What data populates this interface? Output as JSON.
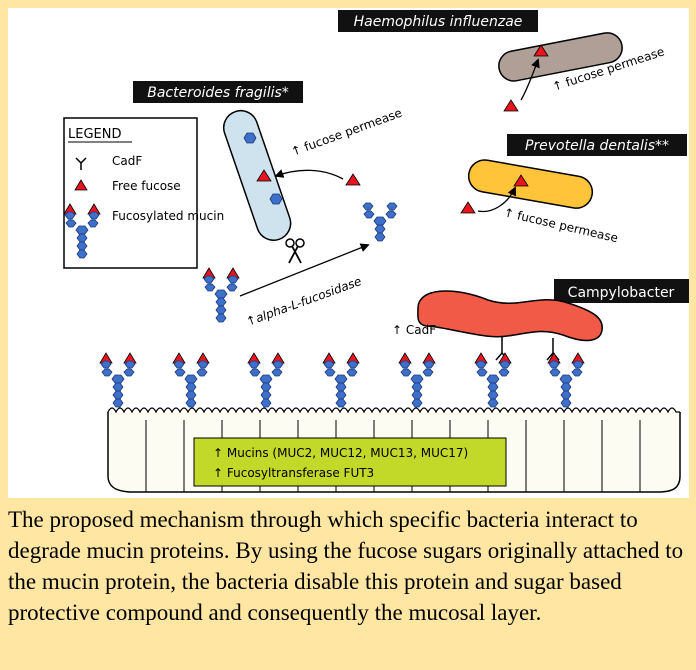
{
  "legend": {
    "title": "LEGEND",
    "items": [
      {
        "label": "CadF",
        "icon": "cadf-receptor-icon"
      },
      {
        "label": "Free fucose",
        "icon": "red-triangle-icon"
      },
      {
        "label": "Fucosylated mucin",
        "icon": "fucosylated-mucin-icon"
      }
    ]
  },
  "bacteria": {
    "haemophilus": {
      "name": "Haemophilus influenzae",
      "enzyme": "fucose permease"
    },
    "bacteroides": {
      "name": "Bacteroides fragilis*",
      "enzyme": "fucose permease",
      "enzyme2": "alpha-L-fucosidase"
    },
    "prevotella": {
      "name": "Prevotella dentalis**",
      "enzyme": "fucose permease"
    },
    "campylobacter": {
      "name": "Campylobacter",
      "adhesin": "CadF"
    }
  },
  "epithelium": {
    "lines": [
      "↑ Mucins (MUC2, MUC12, MUC13, MUC17)",
      "↑ Fucosyltransferase FUT3"
    ]
  },
  "caption": "The proposed mechanism through which specific bacteria interact to degrade mucin proteins. By using the fucose sugars originally attached to the mucin protein, the bacteria disable this protein and sugar based protective compound and consequently the mucosal layer.",
  "colors": {
    "frame": "#ffe6a3",
    "fucose": "#e8141e",
    "mucin": "#3e6fc9",
    "haemophilus": "#b09f97",
    "bacteroides": "#cfe3ee",
    "prevotella": "#ffc43a",
    "campylobacter": "#f15a46",
    "epithelium_label": "#c3d92a"
  }
}
